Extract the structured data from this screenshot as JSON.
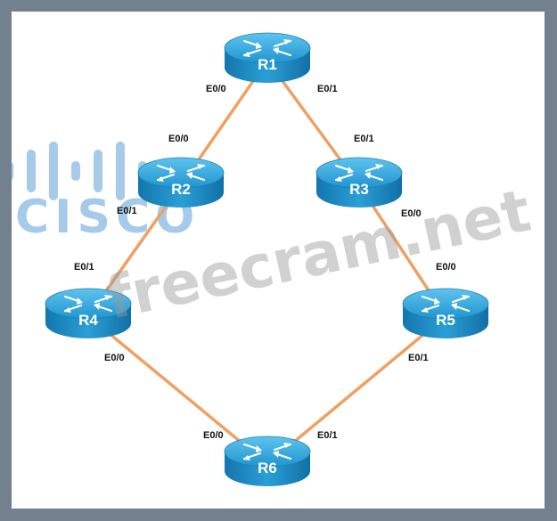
{
  "diagram": {
    "type": "network-topology",
    "link_color": "#f0a060",
    "router_color": "#1f8fc8",
    "border_color": "#73818f",
    "routers": [
      {
        "id": "R1",
        "label": "R1"
      },
      {
        "id": "R2",
        "label": "R2"
      },
      {
        "id": "R3",
        "label": "R3"
      },
      {
        "id": "R4",
        "label": "R4"
      },
      {
        "id": "R5",
        "label": "R5"
      },
      {
        "id": "R6",
        "label": "R6"
      }
    ],
    "links": [
      {
        "a": "R1",
        "a_if": "E0/0",
        "b": "R2",
        "b_if": "E0/0"
      },
      {
        "a": "R1",
        "a_if": "E0/1",
        "b": "R3",
        "b_if": "E0/1"
      },
      {
        "a": "R2",
        "a_if": "E0/1",
        "b": "R4",
        "b_if": "E0/1"
      },
      {
        "a": "R3",
        "a_if": "E0/0",
        "b": "R5",
        "b_if": "E0/0"
      },
      {
        "a": "R4",
        "a_if": "E0/0",
        "b": "R6",
        "b_if": "E0/0"
      },
      {
        "a": "R5",
        "a_if": "E0/1",
        "b": "R6",
        "b_if": "E0/1"
      }
    ]
  },
  "watermarks": {
    "logo_text": "CISCO",
    "site_text": "freecram.net"
  }
}
